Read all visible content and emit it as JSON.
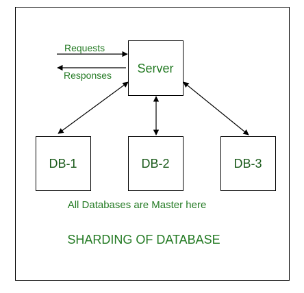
{
  "diagram": {
    "title": "SHARDING OF DATABASE",
    "caption": "All Databases are Master here",
    "server_label": "Server",
    "requests_label": "Requests",
    "responses_label": "Responses",
    "databases": [
      {
        "label": "DB-1"
      },
      {
        "label": "DB-2"
      },
      {
        "label": "DB-3"
      }
    ],
    "colors": {
      "text_green": "#237a23",
      "box_text": "#1a5a1a",
      "stroke": "#000000"
    }
  }
}
